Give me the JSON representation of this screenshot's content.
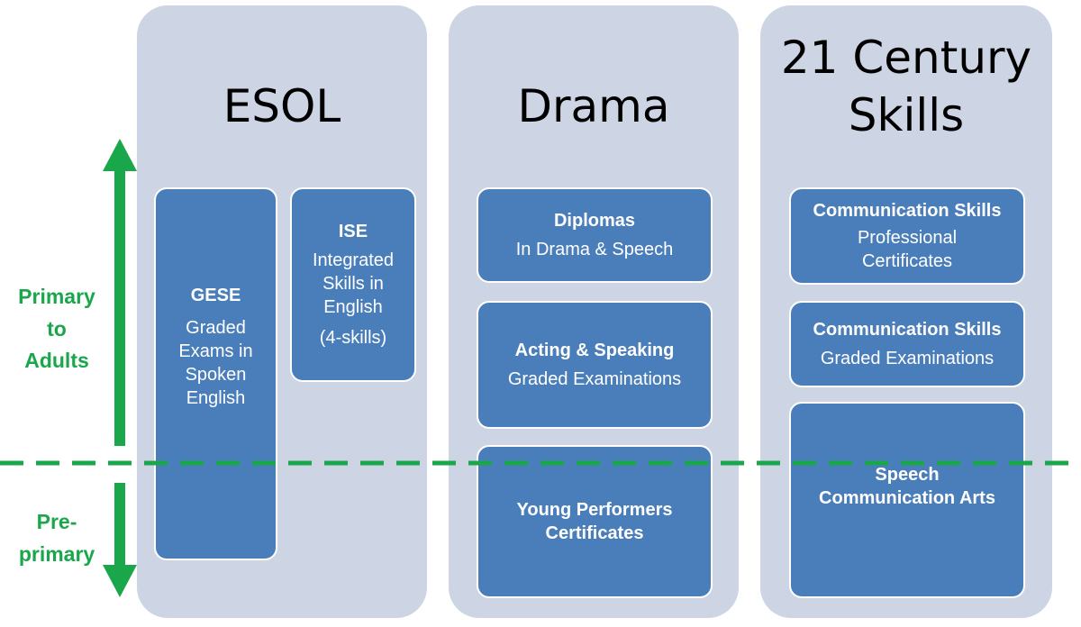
{
  "colors": {
    "panel": "#cdd4e4",
    "box": "#4a7ebb",
    "green": "#1aa64b",
    "divider": "#1aa64b"
  },
  "panels": [
    {
      "title": "ESOL"
    },
    {
      "title": "Drama"
    },
    {
      "title_line1": "21 Century",
      "title_line2": "Skills"
    }
  ],
  "esol": {
    "gese": {
      "title": "GESE",
      "line1": "Graded",
      "line2": "Exams in",
      "line3": "Spoken",
      "line4": "English"
    },
    "ise": {
      "title": "ISE",
      "line1": "Integrated",
      "line2": "Skills in",
      "line3": "English",
      "line4": "(4-skills)"
    }
  },
  "drama": {
    "diplomas": {
      "title": "Diplomas",
      "sub": "In Drama & Speech"
    },
    "acting": {
      "title": "Acting & Speaking",
      "sub": "Graded Examinations"
    },
    "young": {
      "title_line1": "Young Performers",
      "title_line2": "Certificates"
    }
  },
  "skills": {
    "comm_prof": {
      "title": "Communication Skills",
      "sub_line1": "Professional",
      "sub_line2": "Certificates"
    },
    "comm_graded": {
      "title": "Communication Skills",
      "sub": "Graded Examinations"
    },
    "speech": {
      "title_line1": "Speech",
      "title_line2": "Communication Arts"
    }
  },
  "labels": {
    "primary_line1": "Primary",
    "primary_line2": "to",
    "primary_line3": "Adults",
    "pre_line1": "Pre-",
    "pre_line2": "primary"
  }
}
